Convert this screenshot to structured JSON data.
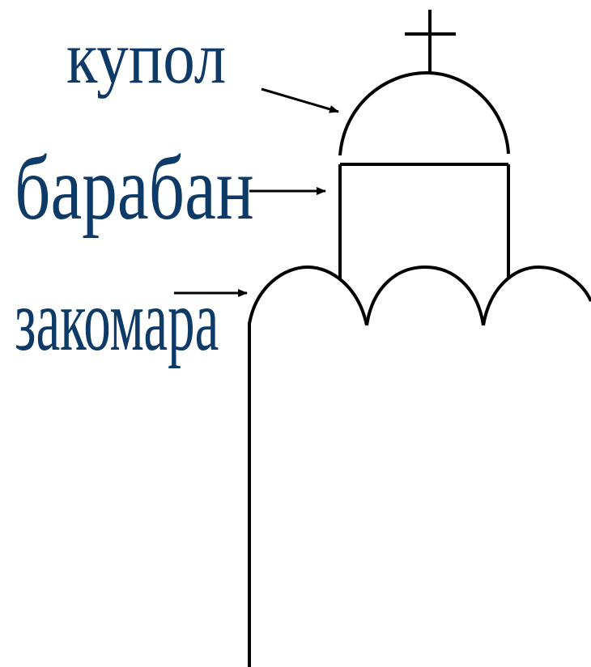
{
  "labels": {
    "dome": "купол",
    "drum": "барабан",
    "zakomara": "закомара"
  },
  "colors": {
    "label_text": "#0d3a66",
    "line": "#000000",
    "background": "#ffffff"
  }
}
